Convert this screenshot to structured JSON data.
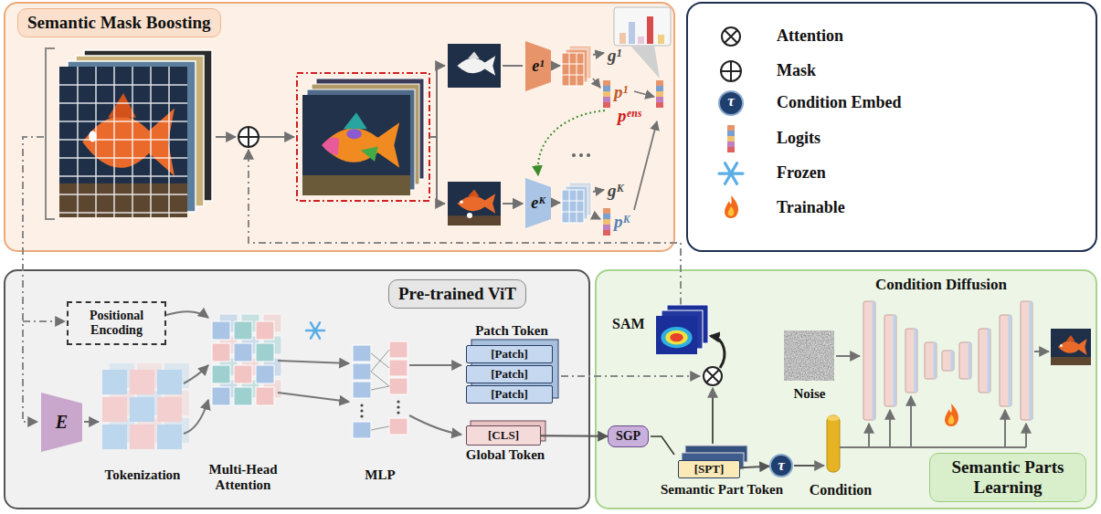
{
  "diagram": {
    "nodes": [
      {
        "text": [
          "Semantic Mask Boosting"
        ]
      },
      {
        "text": [
          "e¹"
        ],
        "in": 0
      },
      {
        "text": [
          "eᴷ"
        ],
        "in": 0
      },
      {
        "text": [
          "Pre-trained ViT"
        ]
      },
      {
        "text": [
          "Positional Encoding"
        ],
        "in": 3
      },
      {
        "text": [
          "E"
        ],
        "in": 3
      },
      {
        "text": [
          "[Patch]"
        ],
        "in": 3
      },
      {
        "text": [
          "[Patch]"
        ],
        "in": 3
      },
      {
        "text": [
          "[Patch]"
        ],
        "in": 3
      },
      {
        "text": [
          "[CLS]"
        ],
        "in": 3
      },
      {
        "text": [
          "Semantic Parts Learning"
        ]
      },
      {
        "text": [
          "SGP"
        ],
        "in": 10
      },
      {
        "text": [
          "[SPT]"
        ],
        "in": 10
      },
      {
        "text": [
          "τ"
        ],
        "in": 10
      }
    ],
    "edges": [
      {
        "from": 9,
        "to": 11,
        "arrow": "to"
      },
      {
        "from": 12,
        "to": 13,
        "arrow": "to"
      }
    ],
    "labels": [
      "g¹",
      "p¹",
      "gᴷ",
      "pᴷ",
      "pᵉⁿˢ",
      "Patch Token",
      "Global Token",
      "Tokenization",
      "Multi-Head Attention",
      "MLP",
      "SAM",
      "Noise",
      "Condition Diffusion",
      "Condition",
      "Semantic Part Token",
      "τ"
    ],
    "legend": [
      {
        "text": "Attention"
      },
      {
        "text": "Mask"
      },
      {
        "text": "Condition Embed"
      },
      {
        "text": "Logits"
      },
      {
        "text": "Frozen"
      },
      {
        "text": "Trainable"
      }
    ]
  }
}
